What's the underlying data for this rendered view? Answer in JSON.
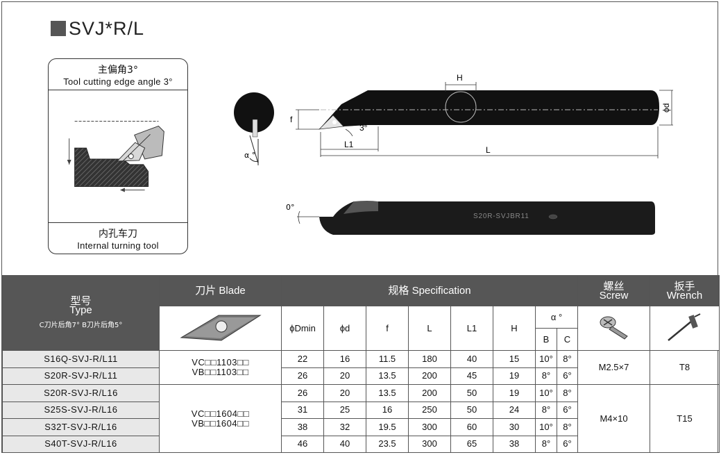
{
  "title": "SVJ*R/L",
  "left_panel": {
    "top_cn": "主偏角3°",
    "top_en": "Tool cutting edge angle 3°",
    "bottom_cn": "内孔车刀",
    "bottom_en": "Internal turning tool"
  },
  "drawing": {
    "label_H": "H",
    "label_phid": "ϕd",
    "label_f": "f",
    "label_3deg": "3°",
    "label_L1": "L1",
    "label_L": "L",
    "label_alpha": "α °",
    "label_0deg": "0°",
    "bar_marking": "S20R-SVJBR11"
  },
  "table": {
    "header": {
      "type_cn": "型号",
      "type_en": "Type",
      "type_note": "C刀片后角7°  B刀片后角5°",
      "blade_cn": "刀片",
      "blade_en": "Blade",
      "spec_cn": "规格",
      "spec_en": "Specification",
      "screw_cn": "螺丝",
      "screw_en": "Screw",
      "wrench_cn": "扳手",
      "wrench_en": "Wrench",
      "col_dmin": "ϕDmin",
      "col_d": "ϕd",
      "col_f": "f",
      "col_L": "L",
      "col_L1": "L1",
      "col_H": "H",
      "col_alpha": "α °",
      "col_B": "B",
      "col_C": "C"
    },
    "groups": [
      {
        "blade_lines": [
          "VC□□1103□□",
          "VB□□1103□□"
        ],
        "screw": "M2.5×7",
        "wrench": "T8",
        "rows": [
          {
            "type": "S16Q-SVJ-R/L11",
            "dmin": "22",
            "d": "16",
            "f": "11.5",
            "L": "180",
            "L1": "40",
            "H": "15",
            "B": "10°",
            "C": "8°"
          },
          {
            "type": "S20R-SVJ-R/L11",
            "dmin": "26",
            "d": "20",
            "f": "13.5",
            "L": "200",
            "L1": "45",
            "H": "19",
            "B": "8°",
            "C": "6°"
          }
        ]
      },
      {
        "blade_lines": [
          "VC□□1604□□",
          "VB□□1604□□"
        ],
        "screw": "M4×10",
        "wrench": "T15",
        "rows": [
          {
            "type": "S20R-SVJ-R/L16",
            "dmin": "26",
            "d": "20",
            "f": "13.5",
            "L": "200",
            "L1": "50",
            "H": "19",
            "B": "10°",
            "C": "8°"
          },
          {
            "type": "S25S-SVJ-R/L16",
            "dmin": "31",
            "d": "25",
            "f": "16",
            "L": "250",
            "L1": "50",
            "H": "24",
            "B": "8°",
            "C": "6°"
          },
          {
            "type": "S32T-SVJ-R/L16",
            "dmin": "38",
            "d": "32",
            "f": "19.5",
            "L": "300",
            "L1": "60",
            "H": "30",
            "B": "10°",
            "C": "8°"
          },
          {
            "type": "S40T-SVJ-R/L16",
            "dmin": "46",
            "d": "40",
            "f": "23.5",
            "L": "300",
            "L1": "65",
            "H": "38",
            "B": "8°",
            "C": "6°"
          }
        ]
      }
    ]
  }
}
